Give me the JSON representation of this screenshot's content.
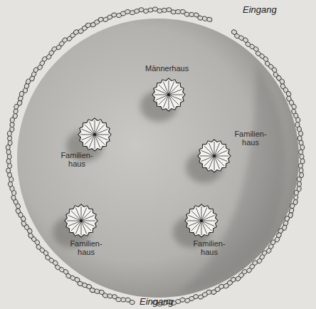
{
  "diagram": {
    "nodes": [
      {
        "text": [
          "Männerhaus"
        ]
      },
      {
        "text": [
          "Familien- haus"
        ]
      },
      {
        "text": [
          "Familien- haus"
        ]
      },
      {
        "text": [
          "Familien- haus"
        ]
      },
      {
        "text": [
          "Familien- haus"
        ]
      }
    ],
    "labels": [
      "Eingang",
      "Eingang"
    ]
  }
}
